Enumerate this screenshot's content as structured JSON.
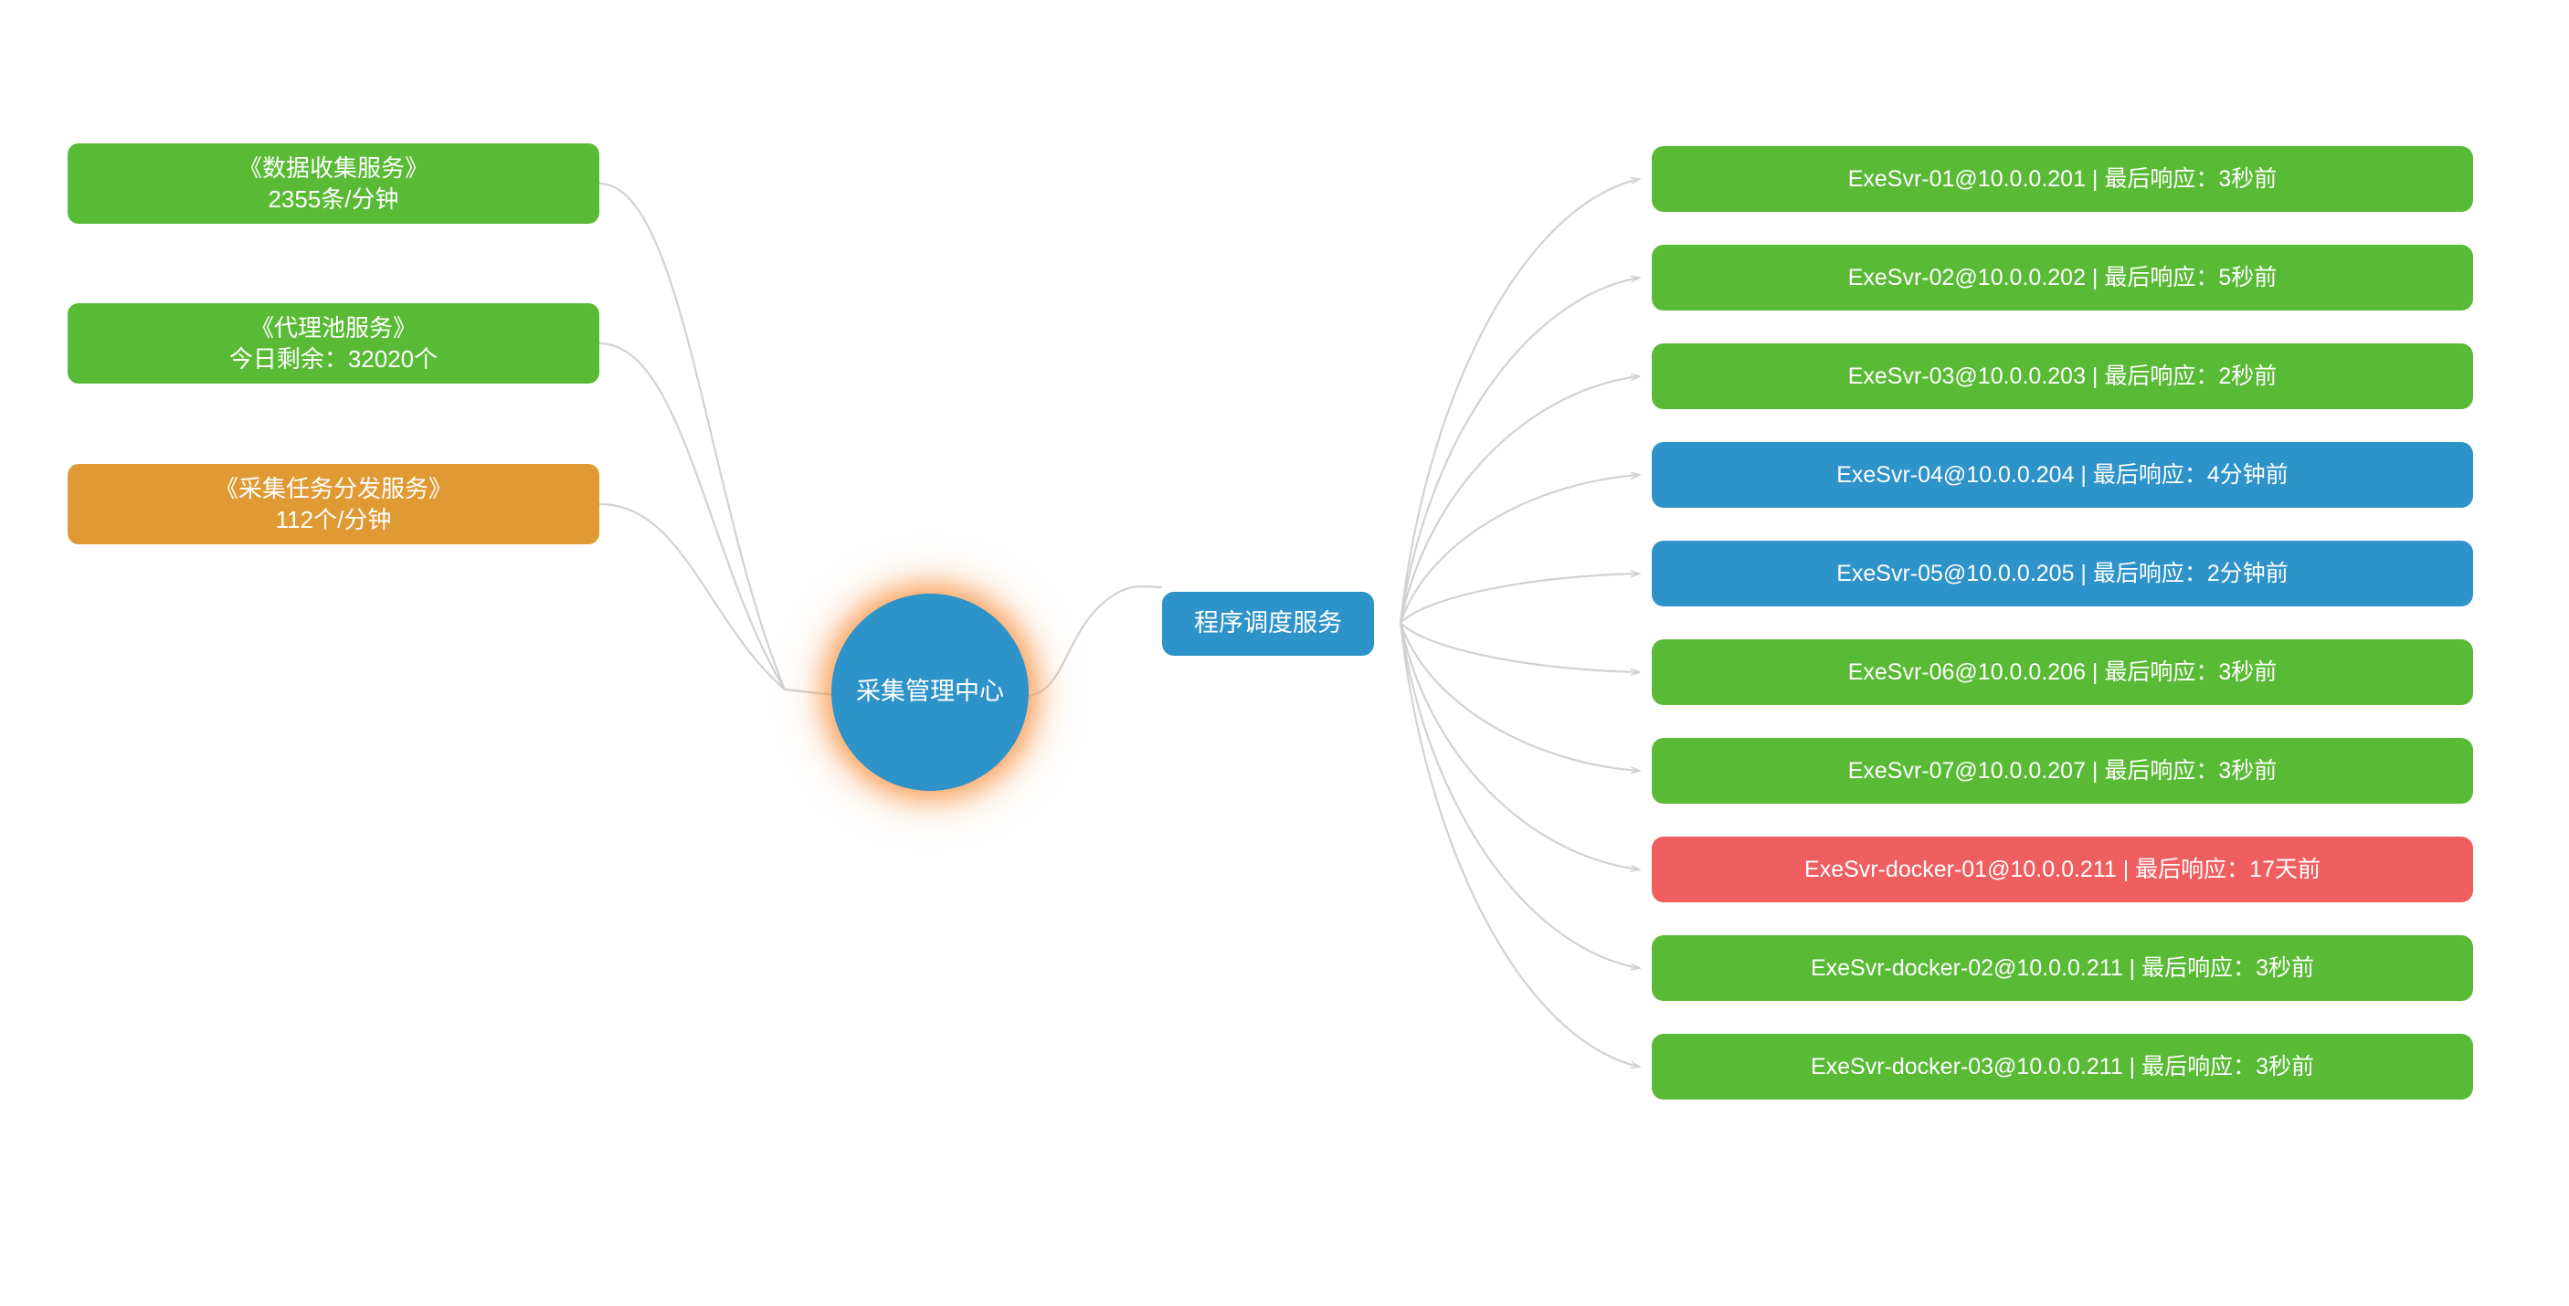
{
  "diagram": {
    "type": "mindmap",
    "background": "#ffffff",
    "link_color": "#d2d2d2",
    "palette": {
      "green": "#59bb35",
      "blue": "#2e93c8",
      "orange": "#e09a34",
      "red": "#f05f60",
      "glow": "#f68e3c",
      "text": "#ffffff"
    }
  },
  "hub": {
    "label": "采集管理中心",
    "color": "#2e93c8",
    "glow": "#f68e3c"
  },
  "scheduler": {
    "label": "程序调度服务",
    "color": "#2e93c8"
  },
  "services": [
    {
      "title": "《数据收集服务》",
      "metric": "2355条/分钟",
      "color": "#59bb35"
    },
    {
      "title": "《代理池服务》",
      "metric": "今日剩余：32020个",
      "color": "#59bb35"
    },
    {
      "title": "《采集任务分发服务》",
      "metric": "112个/分钟",
      "color": "#e09a34"
    }
  ],
  "executors": [
    {
      "label": "ExeSvr-01@10.0.0.201 | 最后响应：3秒前",
      "name": "ExeSvr-01",
      "ip": "10.0.0.201",
      "last_response": "3秒前",
      "color": "#59bb35",
      "status": "ok"
    },
    {
      "label": "ExeSvr-02@10.0.0.202 | 最后响应：5秒前",
      "name": "ExeSvr-02",
      "ip": "10.0.0.202",
      "last_response": "5秒前",
      "color": "#59bb35",
      "status": "ok"
    },
    {
      "label": "ExeSvr-03@10.0.0.203 | 最后响应：2秒前",
      "name": "ExeSvr-03",
      "ip": "10.0.0.203",
      "last_response": "2秒前",
      "color": "#59bb35",
      "status": "ok"
    },
    {
      "label": "ExeSvr-04@10.0.0.204 | 最后响应：4分钟前",
      "name": "ExeSvr-04",
      "ip": "10.0.0.204",
      "last_response": "4分钟前",
      "color": "#2e93c8",
      "status": "idle"
    },
    {
      "label": "ExeSvr-05@10.0.0.205 | 最后响应：2分钟前",
      "name": "ExeSvr-05",
      "ip": "10.0.0.205",
      "last_response": "2分钟前",
      "color": "#2e93c8",
      "status": "idle"
    },
    {
      "label": "ExeSvr-06@10.0.0.206 | 最后响应：3秒前",
      "name": "ExeSvr-06",
      "ip": "10.0.0.206",
      "last_response": "3秒前",
      "color": "#59bb35",
      "status": "ok"
    },
    {
      "label": "ExeSvr-07@10.0.0.207 | 最后响应：3秒前",
      "name": "ExeSvr-07",
      "ip": "10.0.0.207",
      "last_response": "3秒前",
      "color": "#59bb35",
      "status": "ok"
    },
    {
      "label": "ExeSvr-docker-01@10.0.0.211 | 最后响应：17天前",
      "name": "ExeSvr-docker-01",
      "ip": "10.0.0.211",
      "last_response": "17天前",
      "color": "#f05f60",
      "status": "down"
    },
    {
      "label": "ExeSvr-docker-02@10.0.0.211 | 最后响应：3秒前",
      "name": "ExeSvr-docker-02",
      "ip": "10.0.0.211",
      "last_response": "3秒前",
      "color": "#59bb35",
      "status": "ok"
    },
    {
      "label": "ExeSvr-docker-03@10.0.0.211 | 最后响应：3秒前",
      "name": "ExeSvr-docker-03",
      "ip": "10.0.0.211",
      "last_response": "3秒前",
      "color": "#59bb35",
      "status": "ok"
    }
  ]
}
